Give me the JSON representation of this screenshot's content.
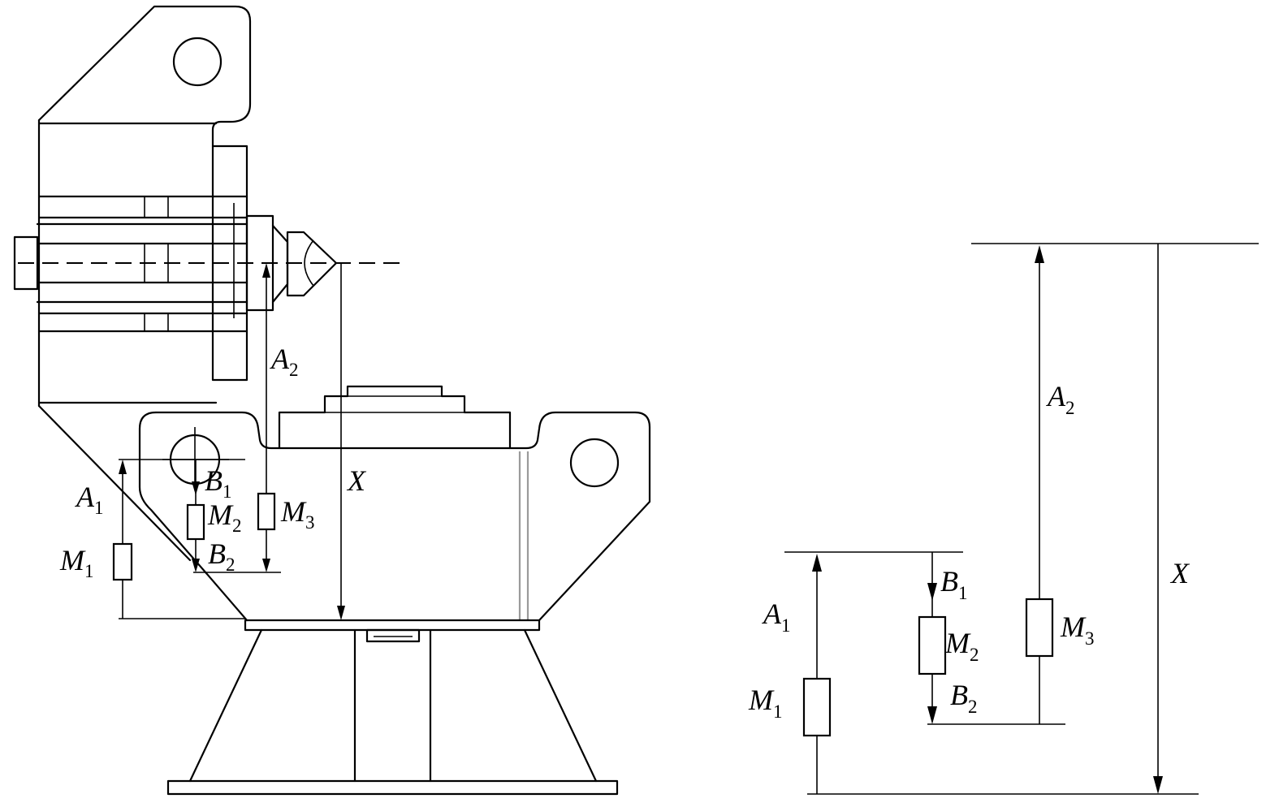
{
  "machine_view": {
    "labels": {
      "A1": {
        "main": "A",
        "sub": "1"
      },
      "A2": {
        "main": "A",
        "sub": "2"
      },
      "B1": {
        "main": "B",
        "sub": "1"
      },
      "B2": {
        "main": "B",
        "sub": "2"
      },
      "M1": {
        "main": "M",
        "sub": "1"
      },
      "M2": {
        "main": "M",
        "sub": "2"
      },
      "M3": {
        "main": "M",
        "sub": "3"
      },
      "X": {
        "main": "X"
      }
    }
  },
  "chain_view": {
    "labels": {
      "A1": {
        "main": "A",
        "sub": "1"
      },
      "A2": {
        "main": "A",
        "sub": "2"
      },
      "B1": {
        "main": "B",
        "sub": "1"
      },
      "B2": {
        "main": "B",
        "sub": "2"
      },
      "M1": {
        "main": "M",
        "sub": "1"
      },
      "M2": {
        "main": "M",
        "sub": "2"
      },
      "M3": {
        "main": "M",
        "sub": "3"
      },
      "X": {
        "main": "X"
      }
    }
  }
}
